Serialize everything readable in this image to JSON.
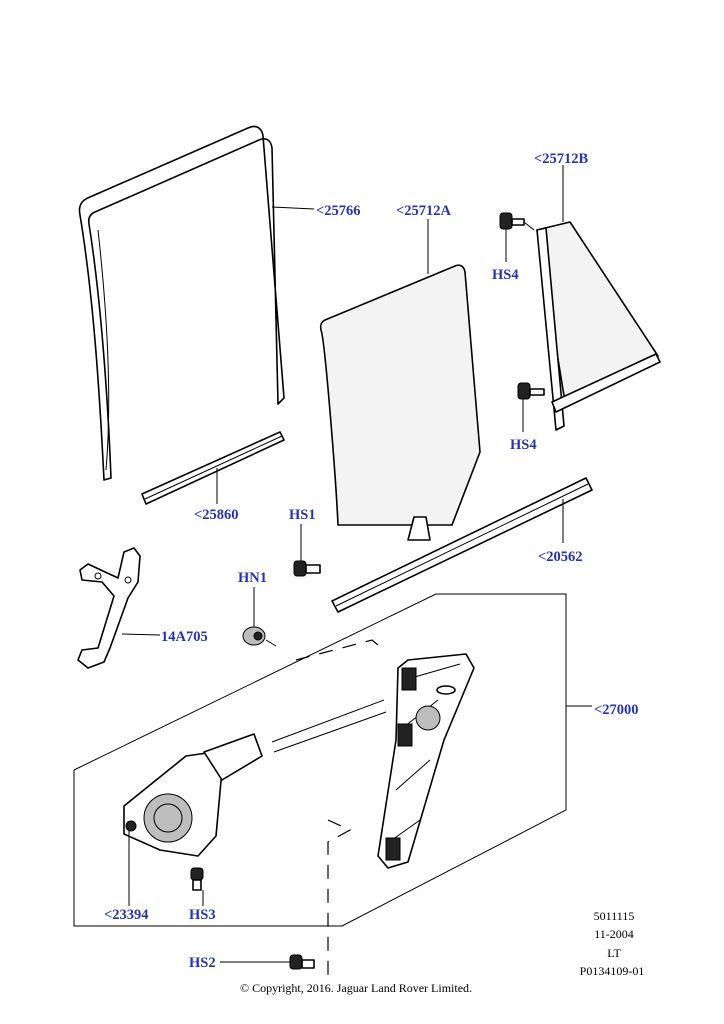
{
  "callouts": {
    "run_channel": "<25766",
    "glass": "<25712A",
    "quarter_glass": "<25712B",
    "hs4_upper": "HS4",
    "hs4_lower": "HS4",
    "belt_inner": "<25860",
    "hs1": "HS1",
    "belt_outer": "<20562",
    "hn1": "HN1",
    "bracket": "14A705",
    "regulator_assembly": "<27000",
    "motor": "<23394",
    "hs3": "HS3",
    "hs2": "HS2"
  },
  "reference": {
    "line1": "5011115",
    "line2": "11-2004",
    "line3": "LT",
    "line4": "P0134109-01"
  },
  "copyright": "© Copyright, 2016. Jaguar Land Rover Limited.",
  "colors": {
    "callout": "#2233bb",
    "line": "#000000"
  }
}
